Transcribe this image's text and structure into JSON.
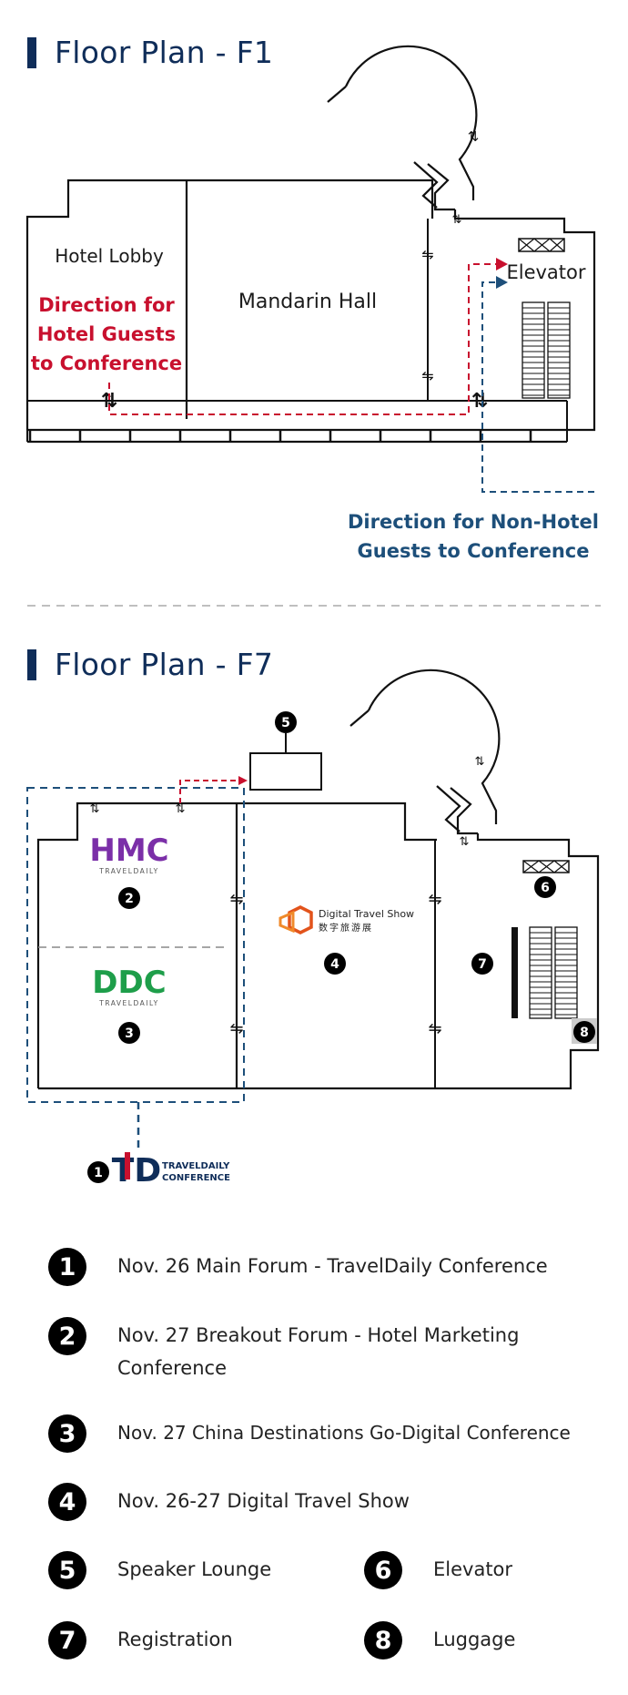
{
  "f1": {
    "title": "Floor Plan - F1",
    "hotel_lobby": "Hotel Lobby",
    "mandarin_hall": "Mandarin Hall",
    "elevator": "Elevator",
    "hotel_guests_direction": [
      "Direction for",
      "Hotel Guests",
      "to Conference"
    ],
    "non_hotel_direction": [
      "Direction for Non-Hotel",
      "Guests to Conference"
    ]
  },
  "f7": {
    "title": "Floor Plan - F7",
    "hmc_logo": "HMC",
    "ddc_logo": "DDC",
    "traveldaily_small": "TRAVELDAILY",
    "dts_en": "Digital Travel Show",
    "dts_cn": "数字旅游展",
    "td_logo": "TD",
    "td_line1": "TRAVELDAILY",
    "td_line2": "CONFERENCE",
    "markers": [
      "1",
      "2",
      "3",
      "4",
      "5",
      "6",
      "7",
      "8"
    ]
  },
  "legend": [
    {
      "num": "1",
      "text": "Nov. 26 Main Forum - TravelDaily Conference"
    },
    {
      "num": "2",
      "text": "Nov. 27 Breakout Forum - Hotel Marketing Conference"
    },
    {
      "num": "3",
      "text": "Nov. 27 China Destinations Go-Digital Conference"
    },
    {
      "num": "4",
      "text": "Nov. 26-27 Digital Travel Show"
    },
    {
      "num": "5",
      "text": "Speaker Lounge"
    },
    {
      "num": "6",
      "text": "Elevator"
    },
    {
      "num": "7",
      "text": "Registration"
    },
    {
      "num": "8",
      "text": "Luggage"
    }
  ],
  "colors": {
    "navy": "#0f2d59",
    "red": "#c8102e",
    "blue_dashed": "#1d4f7a",
    "hmc_purple": "#7b2fa8",
    "ddc_green": "#1e9e4a",
    "dts_orange": "#e2531b"
  }
}
